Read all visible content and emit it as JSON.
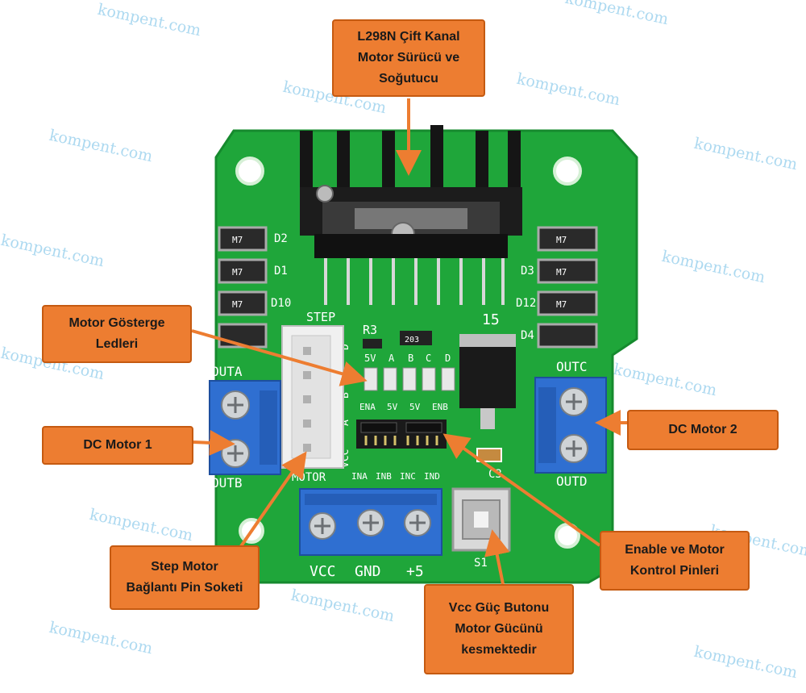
{
  "callouts": {
    "l298n": [
      "L298N Çift Kanal",
      "Motor Sürücü ve",
      "Soğutucu"
    ],
    "leds": [
      "Motor Gösterge",
      "Ledleri"
    ],
    "dc_motor_1": [
      "DC Motor 1"
    ],
    "dc_motor_2": [
      "DC Motor 2"
    ],
    "step_socket": [
      "Step Motor",
      "Bağlantı Pin Soketi"
    ],
    "enable_pins": [
      "Enable ve Motor",
      "Kontrol Pinleri"
    ],
    "vcc_button": [
      "Vcc Güç Butonu",
      "Motor Gücünü",
      "kesmektedir"
    ]
  },
  "board_labels": {
    "outa": "OUTA",
    "outb": "OUTB",
    "outc": "OUTC",
    "outd": "OUTD",
    "motor": "MOTOR",
    "step": "STEP",
    "vcc": "VCC",
    "gnd": "GND",
    "plus5": "+5",
    "s1": "S1",
    "c3": "C3",
    "r3": "R3",
    "d1": "D1",
    "d2": "D2",
    "d3": "D3",
    "d4": "D4",
    "d10": "D10",
    "d12": "D12",
    "n15": "15",
    "led_top": [
      "5V",
      "A",
      "B",
      "C",
      "D"
    ],
    "led_bottom": [
      "ENA",
      "5V",
      "5V",
      "ENB"
    ],
    "in_pins": [
      "INA",
      "INB",
      "INC",
      "IND"
    ],
    "vcc_side": "VCC",
    "a_side": "A",
    "b_side": "B",
    "c_side": "C",
    "d_side": "D",
    "chip": "203",
    "diode": "M7"
  },
  "watermark": "kompent.com",
  "colors": {
    "pcb": "#1fa63a",
    "callout_fill": "#ed7d31",
    "arrow": "#ed7d31",
    "terminal": "#2f6fd1",
    "heatsink": "#151515"
  }
}
